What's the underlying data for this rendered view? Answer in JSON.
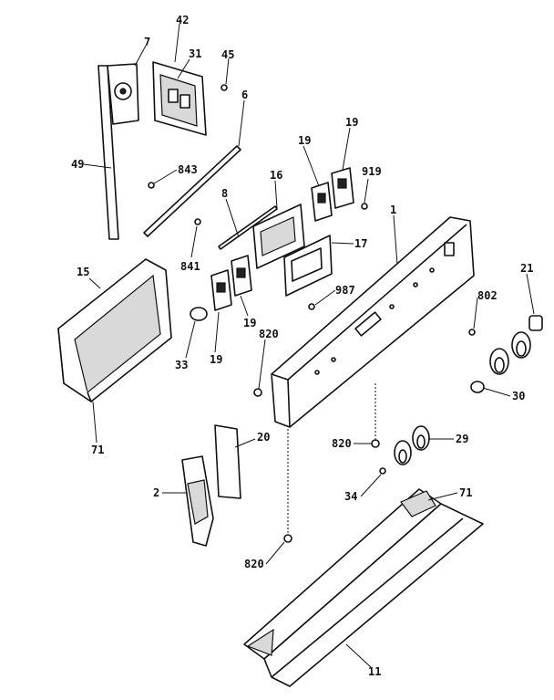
{
  "labels": {
    "l42": "42",
    "l7": "7",
    "l31": "31",
    "l45": "45",
    "l6": "6",
    "l49": "49",
    "l843": "843",
    "l19a": "19",
    "l19b": "19",
    "l919": "919",
    "l16": "16",
    "l8": "8",
    "l1": "1",
    "l17": "17",
    "l841": "841",
    "l15": "15",
    "l987": "987",
    "l802": "802",
    "l21": "21",
    "l820a": "820",
    "l19c": "19",
    "l19d": "19",
    "l33": "33",
    "l30": "30",
    "l20": "20",
    "l820b": "820",
    "l29": "29",
    "l71a": "71",
    "l2": "2",
    "l34": "34",
    "l71b": "71",
    "l820c": "820",
    "l11": "11"
  }
}
